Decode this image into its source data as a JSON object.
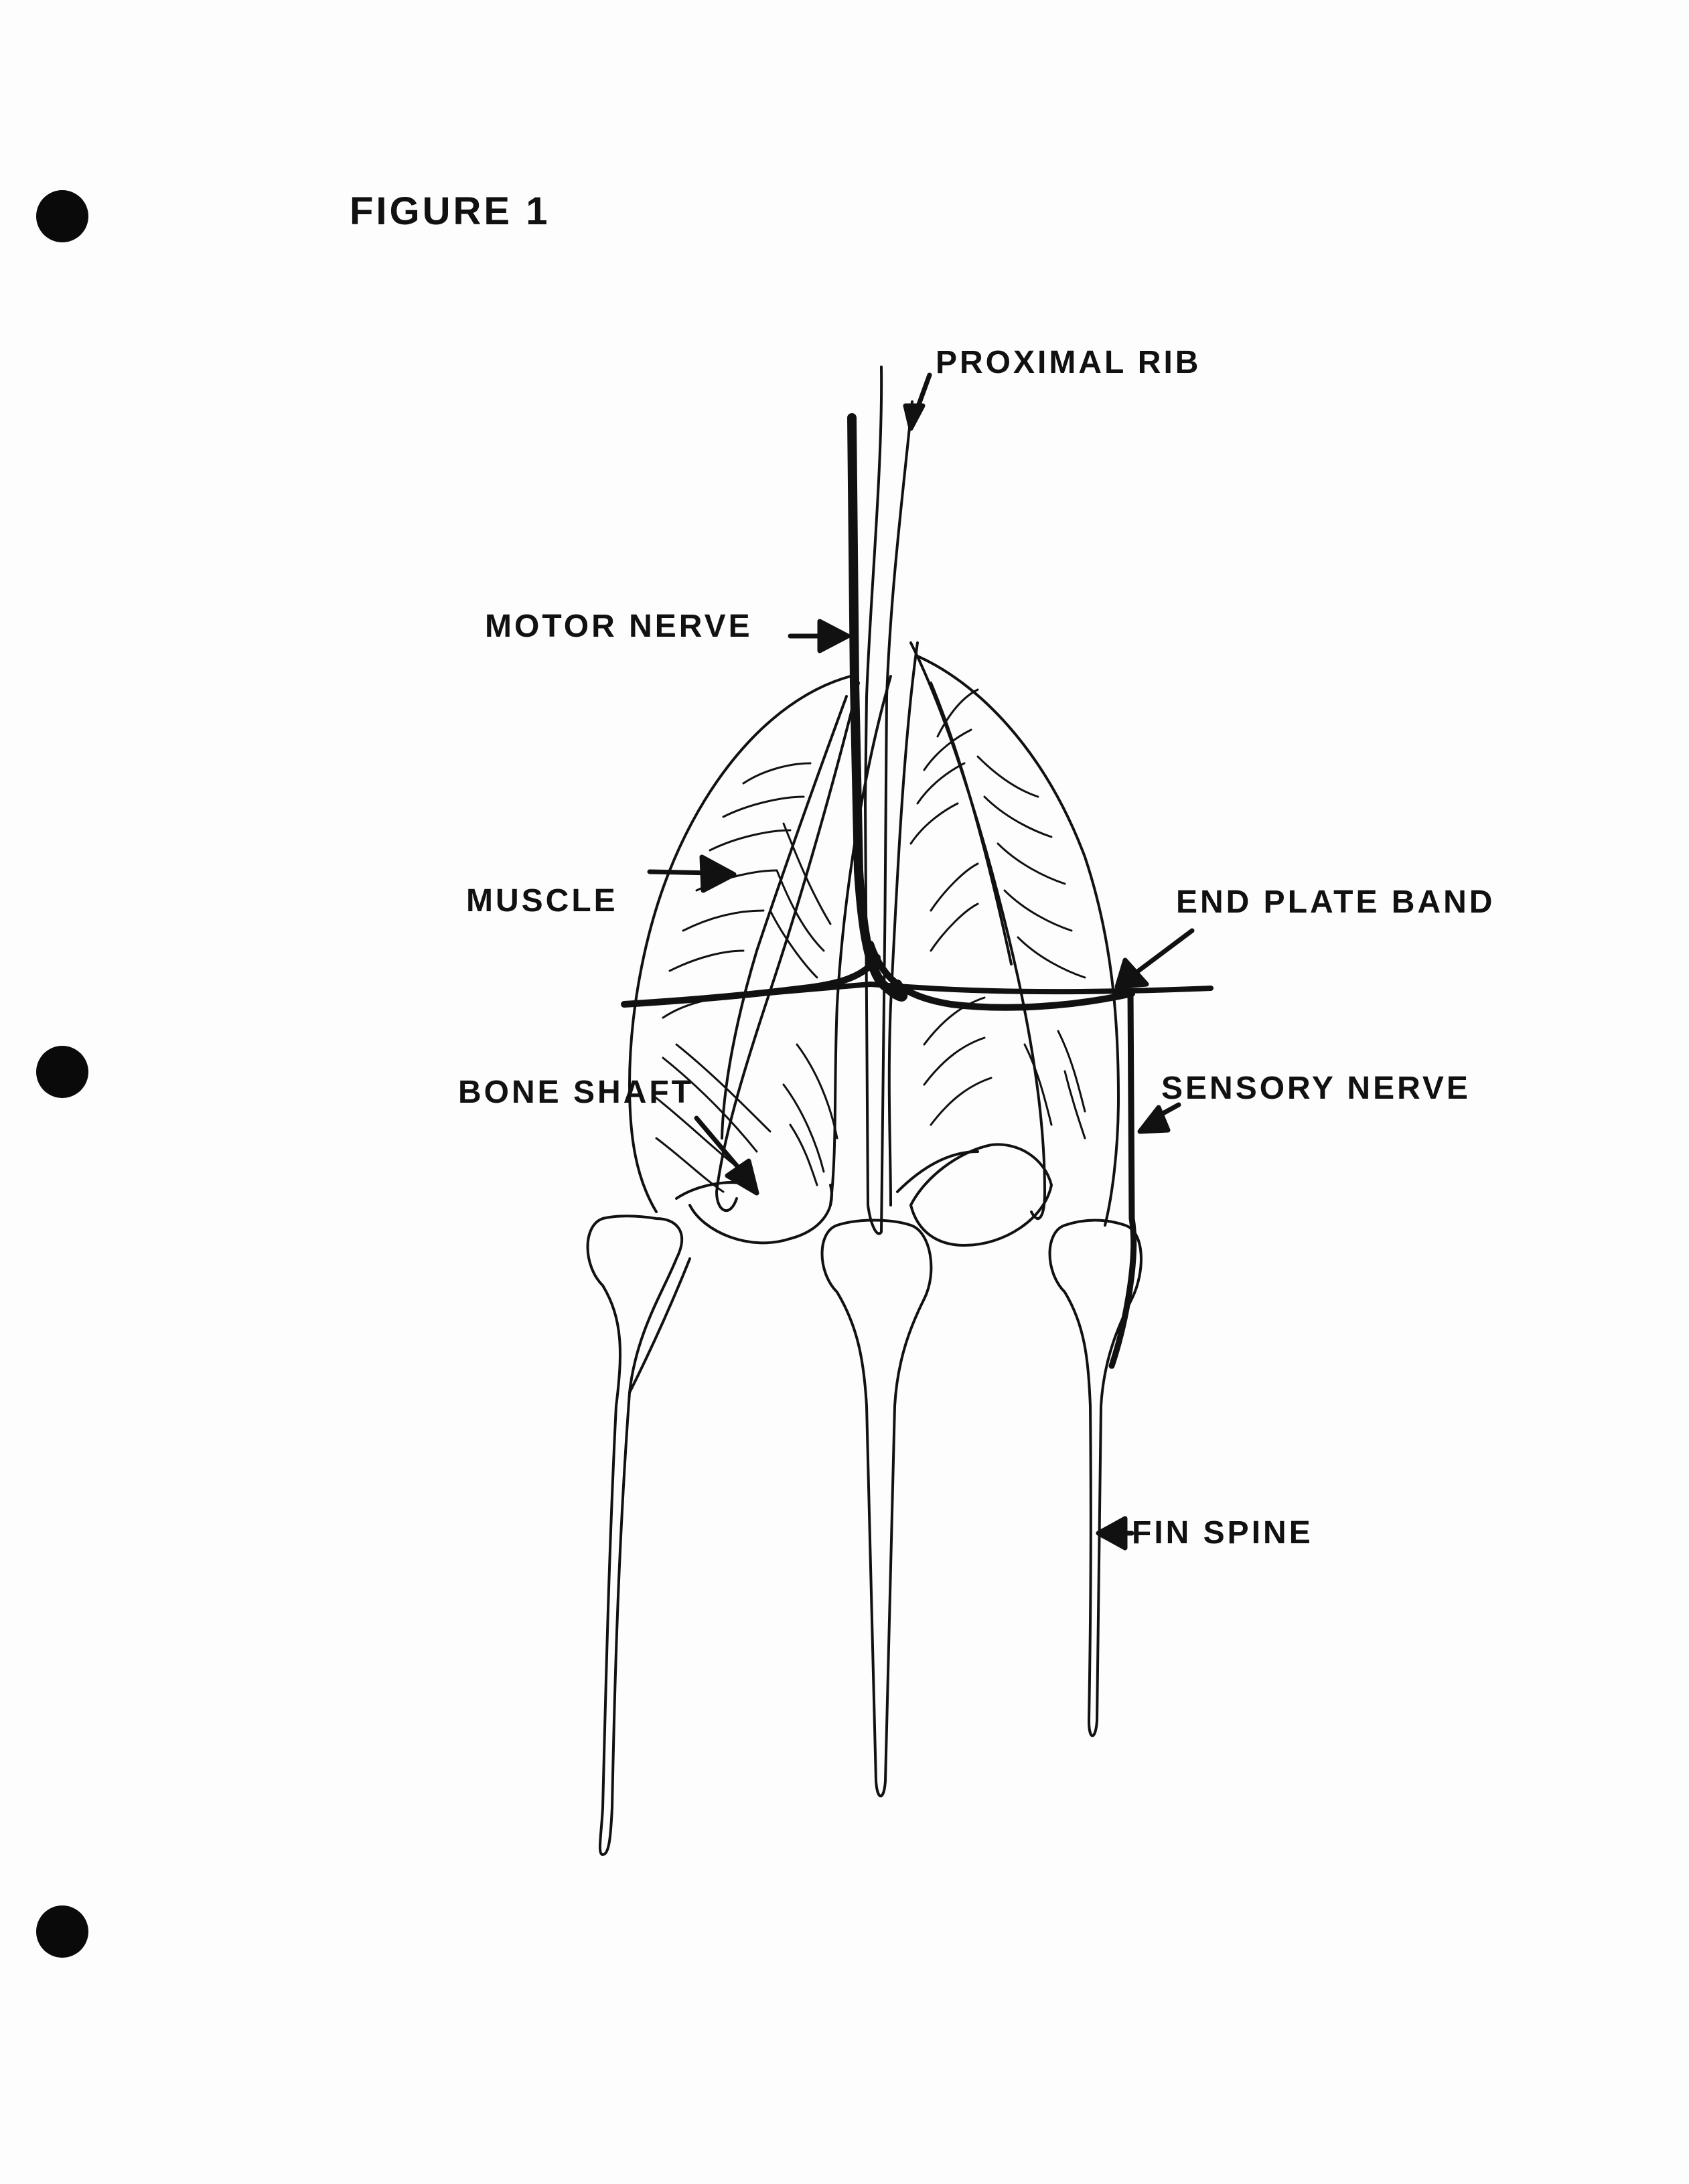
{
  "figure": {
    "title": "FIGURE 1"
  },
  "labels": {
    "proximal_rib": "PROXIMAL RIB",
    "motor_nerve": "MOTOR NERVE",
    "muscle": "MUSCLE",
    "end_plate_band": "END PLATE BAND",
    "bone_shaft": "BONE SHAFT",
    "sensory_nerve": "SENSORY NERVE",
    "fin_spine": "FIN SPINE"
  },
  "colors": {
    "ink": "#111111",
    "paper": "#fdfdfd"
  }
}
